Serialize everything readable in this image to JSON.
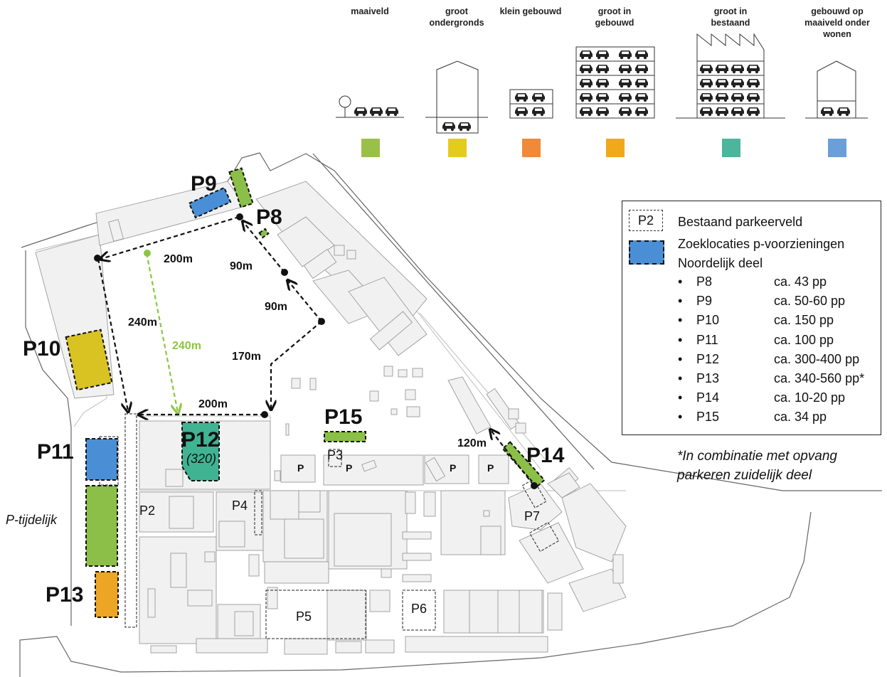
{
  "categories": [
    {
      "label": "maaiveld",
      "color": "#9bc04a"
    },
    {
      "label": "groot\nondergronds",
      "color": "#e4cc1c"
    },
    {
      "label": "klein gebouwd",
      "color": "#ee8a3a"
    },
    {
      "label": "groot in\ngebouwd",
      "color": "#eeaa18"
    },
    {
      "label": "groot in\nbestaand",
      "color": "#4db59b"
    },
    {
      "label": "gebouwd op\nmaaiveld onder\nwonen",
      "color": "#6a9fd8"
    }
  ],
  "legend": {
    "existing_box_label": "P2",
    "existing_label": "Bestaand parkeerveld",
    "search_label_1": "Zoeklocaties p-voorzieningen",
    "search_label_2": "Noordelijk deel",
    "bullet": "•",
    "items": [
      {
        "name": "P8",
        "capacity": "ca. 43 pp"
      },
      {
        "name": "P9",
        "capacity": "ca. 50-60 pp"
      },
      {
        "name": "P10",
        "capacity": "ca. 150 pp"
      },
      {
        "name": "P11",
        "capacity": "ca. 100 pp"
      },
      {
        "name": "P12",
        "capacity": "ca. 300-400 pp"
      },
      {
        "name": "P13",
        "capacity": "ca. 340-560 pp*"
      },
      {
        "name": "P14",
        "capacity": "ca. 10-20 pp"
      },
      {
        "name": "P15",
        "capacity": "ca. 34 pp"
      }
    ]
  },
  "note": "*In combinatie met opvang\nparkeren zuidelijk deel",
  "map": {
    "search_labels": {
      "p8": "P8",
      "p9": "P9",
      "p10": "P10",
      "p11": "P11",
      "p12": "P12",
      "p12_sub": "(320)",
      "p13": "P13",
      "p14": "P14",
      "p15": "P15"
    },
    "existing_labels": {
      "p2": "P2",
      "p3": "P3",
      "p4": "P4",
      "p5": "P5",
      "p6": "P6",
      "p7": "P7",
      "p": "P"
    },
    "temp_label": "P-tijdelijk",
    "distances": {
      "d200_top": "200m",
      "d90_a": "90m",
      "d90_b": "90m",
      "d240_black": "240m",
      "d240_green": "240m",
      "d170": "170m",
      "d200_bottom": "200m",
      "d120": "120m"
    },
    "colors": {
      "route_black": "#111111",
      "route_green": "#8cc63f",
      "building_fill": "#f1f1f1",
      "building_stroke": "#9a9a9a"
    }
  }
}
